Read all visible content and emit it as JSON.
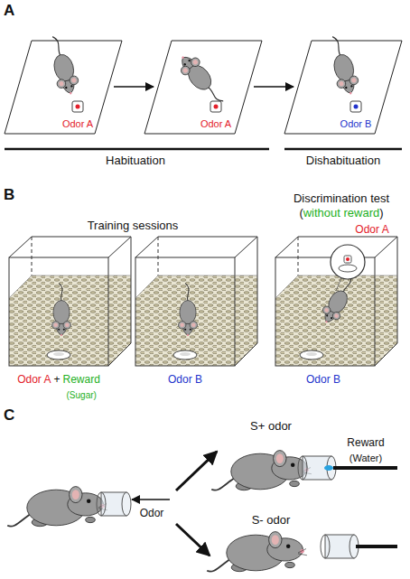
{
  "diagram": {
    "labels": [
      "A",
      "Odor A",
      "Odor A",
      "Odor B",
      "Habituation",
      "Dishabituation",
      "B",
      "Training sessions",
      "Discrimination test",
      "(",
      "without reward",
      ")",
      "Odor A",
      "Odor A",
      "+",
      "Reward",
      "(Sugar)",
      "Odor B",
      "Odor B",
      "C",
      "S+ odor",
      "Reward",
      "(Water)",
      "Odor",
      "S- odor"
    ]
  }
}
